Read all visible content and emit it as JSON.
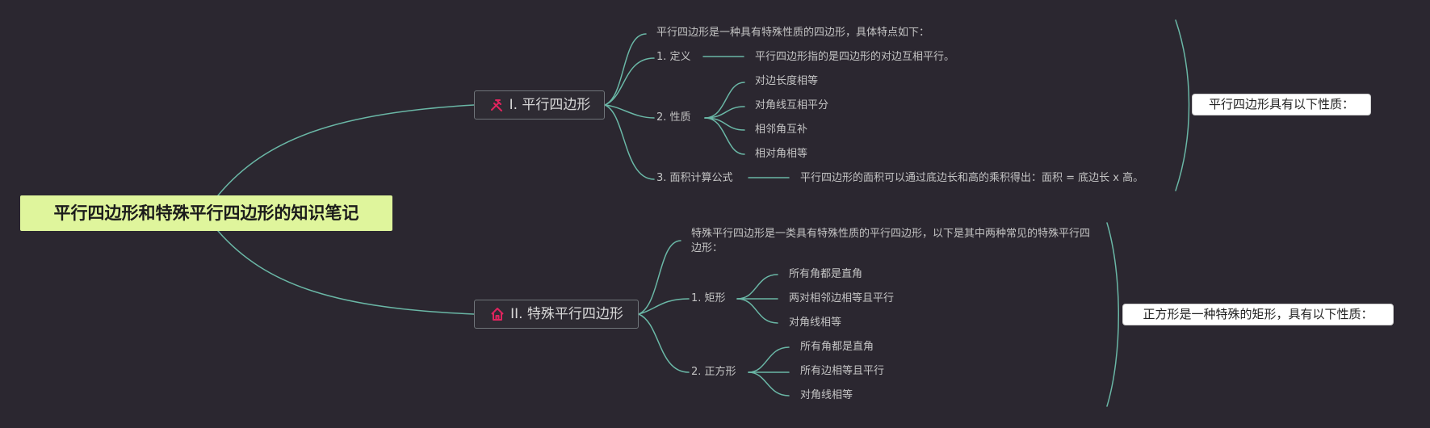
{
  "mindmap": {
    "root": "平行四边形和特殊平行四边形的知识笔记",
    "branch1": {
      "title": "I. 平行四边形",
      "icon": "tools-icon",
      "intro": "平行四边形是一种具有特殊性质的四边形，具体特点如下：",
      "definition": {
        "label": "1. 定义",
        "text": "平行四边形指的是四边形的对边互相平行。"
      },
      "properties": {
        "label": "2. 性质",
        "items": [
          "对边长度相等",
          "对角线互相平分",
          "相邻角互补",
          "相对角相等"
        ]
      },
      "area": {
        "label": "3. 面积计算公式",
        "text": "平行四边形的面积可以通过底边长和高的乘积得出：面积 = 底边长 x 高。"
      },
      "summary": "平行四边形具有以下性质："
    },
    "branch2": {
      "title": "II. 特殊平行四边形",
      "icon": "home-icon",
      "intro": "特殊平行四边形是一类具有特殊性质的平行四边形，以下是其中两种常见的特殊平行四边形：",
      "rectangle": {
        "label": "1. 矩形",
        "items": [
          "所有角都是直角",
          "两对相邻边相等且平行",
          "对角线相等"
        ]
      },
      "square": {
        "label": "2. 正方形",
        "items": [
          "所有角都是直角",
          "所有边相等且平行",
          "对角线相等"
        ]
      },
      "summary": "正方形是一种特殊的矩形，具有以下性质："
    }
  },
  "colors": {
    "background": "#2b2730",
    "connector": "#6ab7a6",
    "root_fill": "#dff59c",
    "icon_accent": "#e0245e"
  }
}
